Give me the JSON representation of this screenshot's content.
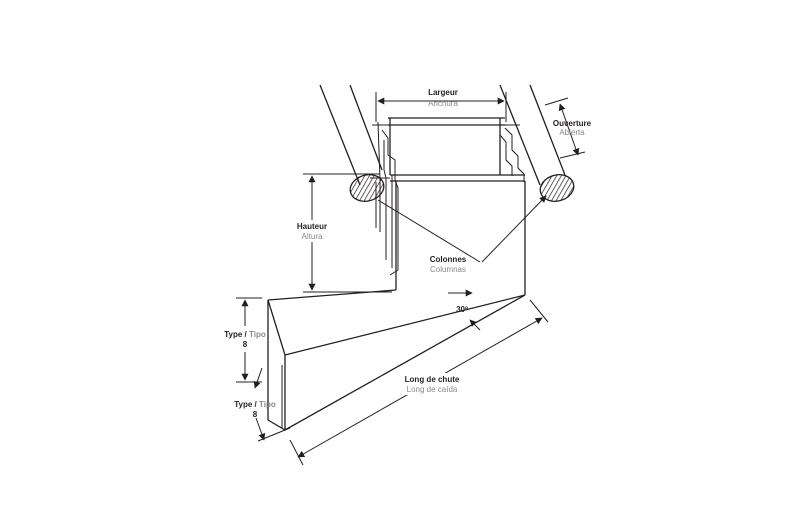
{
  "labels": {
    "largeur": "Largeur",
    "anchura": "Anchura",
    "ouverture": "Ouverture",
    "abierta": "Abierta",
    "hauteur": "Hauteur",
    "altura": "Altura",
    "colonnes": "Colonnes",
    "columnas": "Columnas",
    "angle": "30º",
    "type_fr": "Type",
    "slash": " / ",
    "tipo": "Tipo",
    "type_number": "8",
    "long_chute": "Long de chute",
    "long_caida": "Long de caída"
  },
  "colors": {
    "line": "#231f20",
    "subtext": "#8a8a8a",
    "column_hatch": "#231f20"
  }
}
